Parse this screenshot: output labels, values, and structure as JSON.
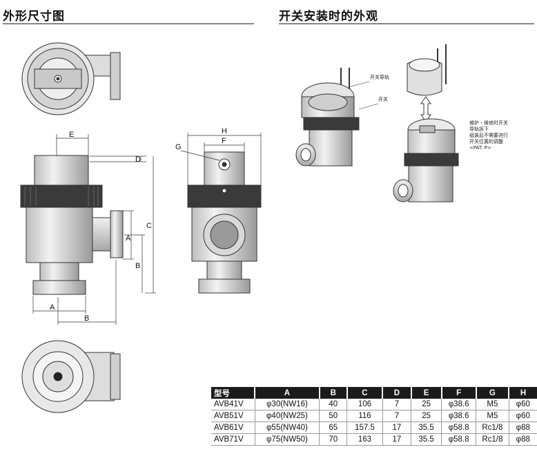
{
  "sections": {
    "left_title": "外形尺寸图",
    "right_title": "开关安装时的外观"
  },
  "dimension_labels": {
    "A": "A",
    "B": "B",
    "C": "C",
    "D": "D",
    "E": "E",
    "F": "F",
    "G": "G",
    "H": "H"
  },
  "callouts": {
    "switch_rail": "开关导轨",
    "switch": "开关",
    "maintenance_note": [
      "维护・维修时开关",
      "导轨拆下",
      "组装后不需要进行",
      "开关位置的调整",
      "<PAT. P>"
    ]
  },
  "table": {
    "headers": [
      "型号",
      "A",
      "B",
      "C",
      "D",
      "E",
      "F",
      "G",
      "H"
    ],
    "rows": [
      [
        "AVB41V",
        "φ30(NW16)",
        "40",
        "106",
        "7",
        "25",
        "φ38.6",
        "M5",
        "φ60"
      ],
      [
        "AVB51V",
        "φ40(NW25)",
        "50",
        "116",
        "7",
        "25",
        "φ38.6",
        "M5",
        "φ60"
      ],
      [
        "AVB61V",
        "φ55(NW40)",
        "65",
        "157.5",
        "17",
        "35.5",
        "φ58.8",
        "Rc1/8",
        "φ88"
      ],
      [
        "AVB71V",
        "φ75(NW50)",
        "70",
        "163",
        "17",
        "35.5",
        "φ58.8",
        "Rc1/8",
        "φ88"
      ]
    ]
  }
}
